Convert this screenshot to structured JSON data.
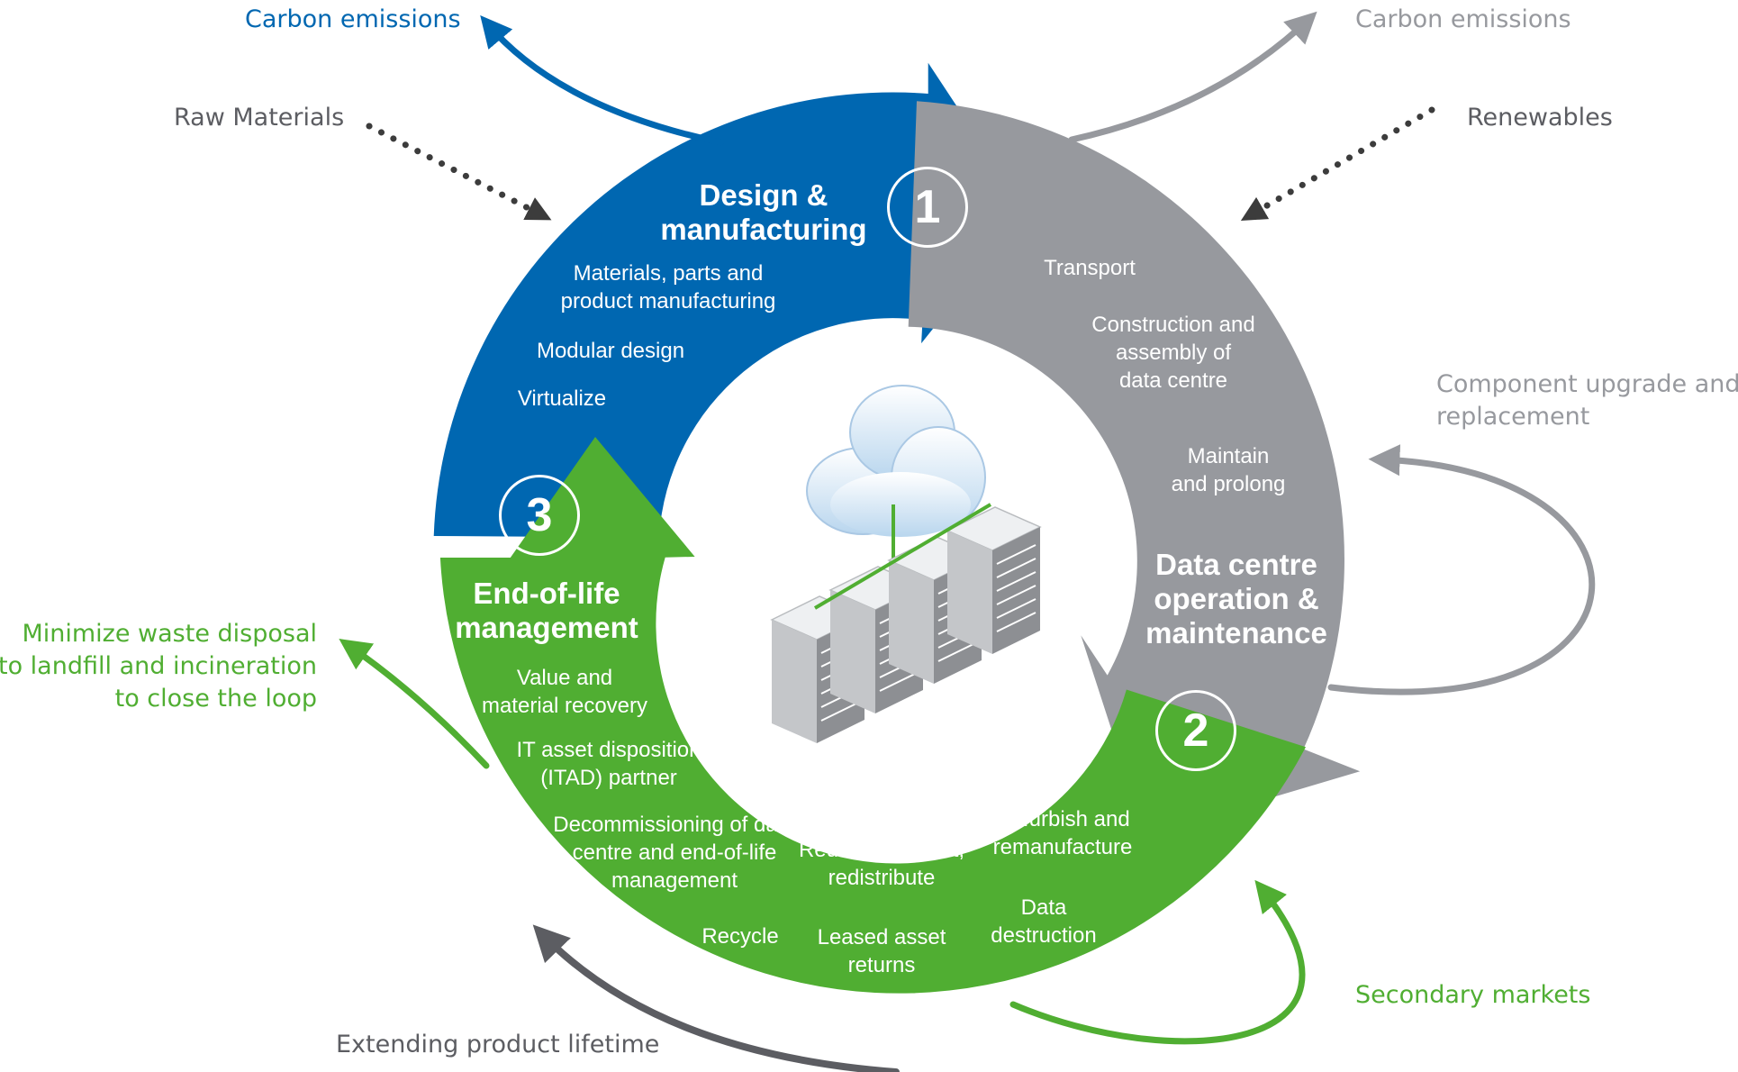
{
  "colors": {
    "blue": "#0067b1",
    "gray": "#97999e",
    "green": "#50ae32",
    "dark_gray": "#5c5d62",
    "dot_gray": "#3c3c3c"
  },
  "stages": {
    "design": {
      "number": "1",
      "title_line1": "Design &",
      "title_line2": "manufacturing",
      "items": {
        "manufacturing_line1": "Materials, parts and",
        "manufacturing_line2": "product manufacturing",
        "modular": "Modular design",
        "virtualize": "Virtualize"
      }
    },
    "operation": {
      "number": "2",
      "title_line1": "Data centre",
      "title_line2": "operation &",
      "title_line3": "maintenance",
      "items": {
        "transport": "Transport",
        "construction_line1": "Construction and",
        "construction_line2": "assembly of",
        "construction_line3": "data centre",
        "maintain_line1": "Maintain",
        "maintain_line2": "and prolong"
      }
    },
    "end_of_life": {
      "number": "3",
      "title_line1": "End-of-life",
      "title_line2": "management",
      "items": {
        "value_line1": "Value and",
        "value_line2": "material  recovery",
        "itad_line1": "IT asset disposition",
        "itad_line2": "(ITAD) partner",
        "decom_line1": "Decommissioning of data",
        "decom_line2": "centre and end-of-life",
        "decom_line3": "management",
        "recycle": "Recycle",
        "reuse_line1": "Reuse, remarket,",
        "reuse_line2": "redistribute",
        "leased_line1": "Leased asset",
        "leased_line2": "returns",
        "refurbish_line1": "Refurbish and",
        "refurbish_line2": "remanufacture",
        "destruction_line1": "Data",
        "destruction_line2": "destruction"
      }
    }
  },
  "outer": {
    "carbon_left": "Carbon emissions",
    "carbon_right": "Carbon emissions",
    "raw_materials": "Raw Materials",
    "renewables": "Renewables",
    "component_line1": "Component upgrade and",
    "component_line2": "replacement",
    "minimize_line1": "Minimize waste disposal",
    "minimize_line2": "to landfill and incineration",
    "minimize_line3": "to close the loop",
    "secondary_markets": "Secondary markets",
    "extending_lifetime": "Extending product lifetime"
  },
  "icons": {
    "center": "cloud-server-icon"
  }
}
